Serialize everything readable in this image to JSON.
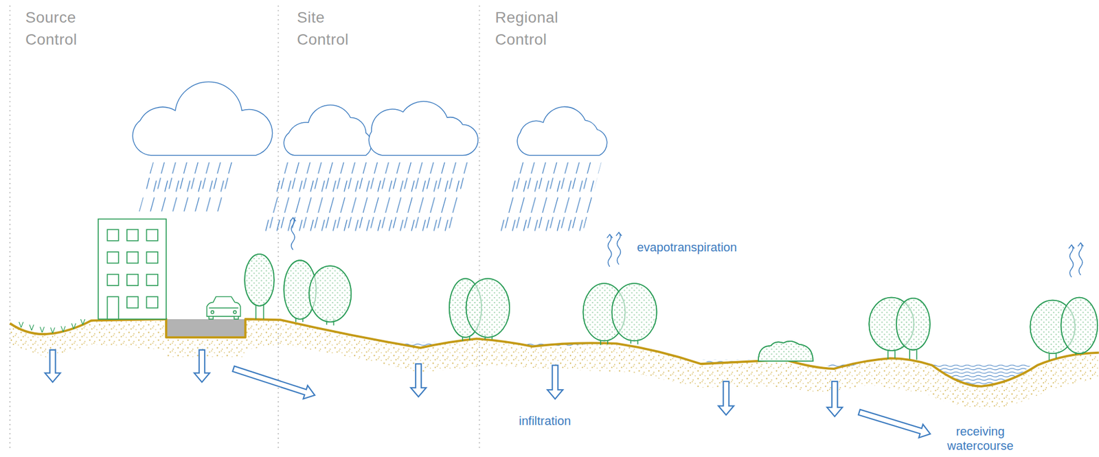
{
  "diagram": {
    "labels": [
      "Source Control",
      "Site Control",
      "Regional Control",
      "evapotranspiration",
      "infiltration",
      "receiving watercourse"
    ]
  }
}
